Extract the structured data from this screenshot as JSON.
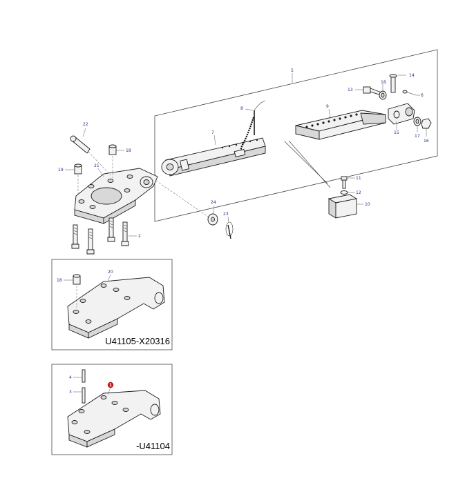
{
  "diagram": {
    "callouts": {
      "c2": "2",
      "c3": "3",
      "c4": "4",
      "c5": "5",
      "c6": "6",
      "c7": "7",
      "c8": "8",
      "c9": "9",
      "c10": "10",
      "c11": "11",
      "c12": "12",
      "c13": "13",
      "c14": "14",
      "c15": "15",
      "c16": "16",
      "c17": "17",
      "c18a": "18",
      "c18b": "18",
      "c18c": "18",
      "c19": "19",
      "c20": "20",
      "c21": "21",
      "c22": "22",
      "c23": "23",
      "c24": "24",
      "c1": "1"
    },
    "inset_top": {
      "code": "U41105-X20316"
    },
    "inset_bottom": {
      "code": "-U41104"
    },
    "colors": {
      "callout": "#1f2f8a",
      "badge": "#c0161b",
      "line": "#1a1a1a"
    }
  }
}
